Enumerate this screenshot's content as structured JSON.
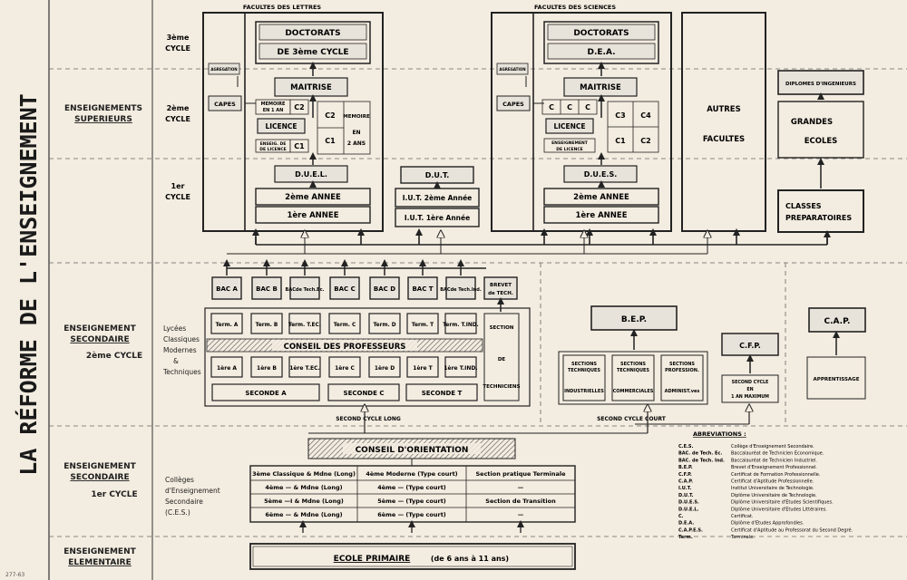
{
  "title": "LA RÉFORME DE L'ENSEIGNEMENT",
  "ref_code": "277-63",
  "headers": {
    "lettres": "FACULTES DES LETTRES",
    "sciences": "FACULTES DES SCIENCES"
  },
  "rows": {
    "sup_1": "ENSEIGNEMENTS",
    "sup_2": "SUPERIEURS",
    "sec2_1": "ENSEIGNEMENT",
    "sec2_2": "SECONDAIRE",
    "sec2_cycle": "2ème CYCLE",
    "sec1_1": "ENSEIGNEMENT",
    "sec1_2": "SECONDAIRE",
    "sec1_cycle": "1er CYCLE",
    "elem_1": "ENSEIGNEMENT",
    "elem_2": "ELEMENTAIRE"
  },
  "cycles": {
    "c3_a": "3ème",
    "c3_b": "CYCLE",
    "c2_a": "2ème",
    "c2_b": "CYCLE",
    "c1_a": "1er",
    "c1_b": "CYCLE"
  },
  "lycees": [
    "Lycées",
    "Classiques",
    "Modernes",
    "&",
    "Techniques"
  ],
  "colleges": [
    "Collèges",
    "d'Enseignement",
    "Secondaire",
    "(C.E.S.)"
  ],
  "lettres": {
    "doctorats_1": "DOCTORATS",
    "doctorats_2": "DE 3ème CYCLE",
    "agregation": "AGREGATION",
    "maitrise": "MAITRISE",
    "capes": "CAPES",
    "memoire_1an_1": "MEMOIRE",
    "memoire_1an_2": "EN 1 AN",
    "c2": "C2",
    "c1": "C1",
    "memoire_2ans_1": "MEMOIRE",
    "memoire_2ans_2": "EN",
    "memoire_2ans_3": "2 ANS",
    "licence": "LICENCE",
    "enseig_1": "ENSEIG. DE",
    "enseig_2": "DE LICENCE",
    "duel": "D.U.E.L.",
    "annee2": "2ème ANNEE",
    "annee1": "1ère ANNEE"
  },
  "iut": {
    "dut": "D.U.T.",
    "annee2": "I.U.T. 2ème Année",
    "annee1": "I.U.T. 1ère Année"
  },
  "sciences": {
    "doctorats": "DOCTORATS",
    "dea": "D.E.A.",
    "agregation": "AGREGATION",
    "maitrise": "MAITRISE",
    "capes": "CAPES",
    "c": "C",
    "c3": "C3",
    "c4": "C4",
    "c1": "C1",
    "c2": "C2",
    "licence": "LICENCE",
    "enseig_1": "ENSEIGNEMENT",
    "enseig_2": "DE LICENCE",
    "dues": "D.U.E.S.",
    "annee2": "2ème ANNEE",
    "annee1": "1ère ANNEE"
  },
  "autres_1": "AUTRES",
  "autres_2": "FACULTES",
  "diplomes_ing": "DIPLOMES D'INGENIEURS",
  "grandes_1": "GRANDES",
  "grandes_2": "ECOLES",
  "classes_1": "CLASSES",
  "classes_2": "PREPARATOIRES",
  "bacs": [
    "BAC A",
    "BAC B",
    "BACde Tech.Ec.",
    "BAC C",
    "BAC D",
    "BAC T",
    "BACde Tech.Ind."
  ],
  "brevet_1": "BREVET",
  "brevet_2": "de TECH.",
  "terms": [
    "Term. A",
    "Term. B",
    "Term. T.EC.",
    "Term. C",
    "Term. D",
    "Term. T",
    "Term. T.IND."
  ],
  "conseil_prof": "CONSEIL DES PROFESSEURS",
  "premieres": [
    "1ère A",
    "1ère B",
    "1ère T.EC.",
    "1ère C",
    "1ère D",
    "1ère T",
    "1ère T.IND."
  ],
  "secondes": [
    "SECONDE A",
    "SECONDE C",
    "SECONDE T"
  ],
  "section_tech_1": "SECTION",
  "section_tech_2": "DE",
  "section_tech_3": "TECHNICIENS",
  "bep": "B.E.P.",
  "sections": [
    {
      "l1": "SECTIONS",
      "l2": "TECHNIQUES",
      "l3": "INDUSTRIELLES"
    },
    {
      "l1": "SECTIONS",
      "l2": "TECHNIQUES",
      "l3": "COMMERCIALES"
    },
    {
      "l1": "SECTIONS",
      "l2": "PROFESSION.",
      "l3": "ADMINIST.ves"
    }
  ],
  "cfp": "C.F.P.",
  "second_cycle_1an_1": "SECOND CYCLE",
  "second_cycle_1an_2": "EN",
  "second_cycle_1an_3": "1 AN MAXIMUM",
  "cap": "C.A.P.",
  "apprentissage": "APPRENTISSAGE",
  "second_cycle_long": "SECOND CYCLE LONG",
  "second_cycle_court": "SECOND CYCLE COURT",
  "conseil_orientation": "CONSEIL D'ORIENTATION",
  "ces_table": [
    [
      "3ème Classique & Mdne (Long)",
      "4ème Moderne (Type court)",
      "Section pratique Terminale"
    ],
    [
      "4ème — & Mdne (Long)",
      "4ème — (Type court)",
      "—"
    ],
    [
      "5ème —I & Mdne (Long)",
      "5ème — (Type court)",
      "Section de Transition"
    ],
    [
      "6ème — & Mdne (Long)",
      "6ème — (Type court)",
      "—"
    ]
  ],
  "ecole_primaire": "ECOLE PRIMAIRE",
  "ecole_primaire_age": "(de 6 ans à 11 ans)",
  "abbr_title": "ABREVIATIONS :",
  "abbreviations": [
    [
      "C.E.S.",
      "Collège d'Enseignement Secondaire."
    ],
    [
      "BAC. de Tech. Ec.",
      "Baccalauréat de Technicien Economique."
    ],
    [
      "BAC. de Tech. Ind.",
      "Baccalauréat de Technicien Industriel."
    ],
    [
      "B.E.P.",
      "Brevet d'Enseignement Professionnel."
    ],
    [
      "C.F.P.",
      "Certificat de Formation Professionnelle."
    ],
    [
      "C.A.P.",
      "Certificat d'Aptitude Professionnelle."
    ],
    [
      "I.U.T.",
      "Institut Universitaire de Technologie."
    ],
    [
      "D.U.T.",
      "Diplôme Universitaire de Technologie."
    ],
    [
      "D.U.E.S.",
      "Diplôme Universitaire d'Etudes Scientifiques."
    ],
    [
      "D.U.E.L.",
      "Diplôme Universitaire d'Etudes Littéraires."
    ],
    [
      "C.",
      "Certificat."
    ],
    [
      "D.E.A.",
      "Diplôme d'Etudes Approfondies."
    ],
    [
      "C.A.P.E.S.",
      "Certificat d'Aptitude au Professorat du Second Degré."
    ],
    [
      "Term.",
      "Terminale."
    ]
  ]
}
